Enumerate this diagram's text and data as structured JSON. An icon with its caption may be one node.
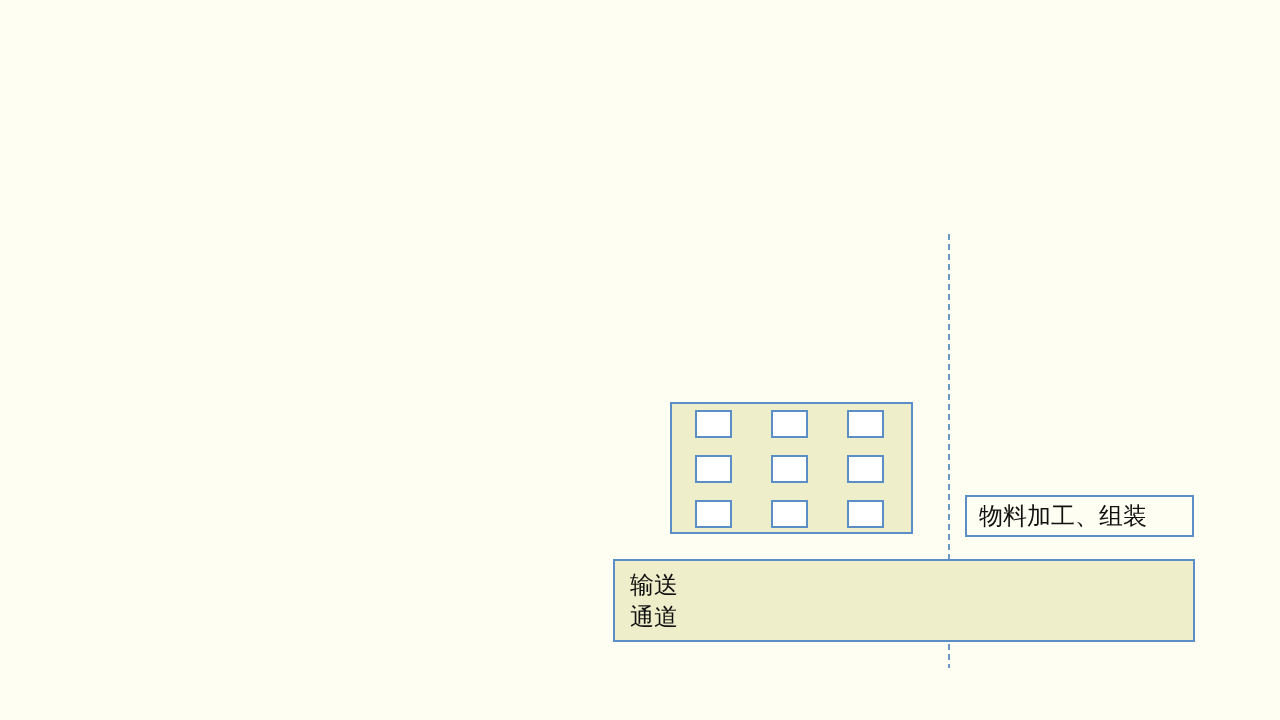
{
  "diagram": {
    "nodes": [
      {
        "text": [],
        "shape": "box"
      },
      {
        "text": [],
        "shape": "box",
        "in": 0
      },
      {
        "text": [],
        "shape": "box",
        "in": 0
      },
      {
        "text": [],
        "shape": "box",
        "in": 0
      },
      {
        "text": [],
        "shape": "box",
        "in": 0
      },
      {
        "text": [],
        "shape": "box",
        "in": 0
      },
      {
        "text": [],
        "shape": "box",
        "in": 0
      },
      {
        "text": [],
        "shape": "box",
        "in": 0
      },
      {
        "text": [],
        "shape": "box",
        "in": 0
      },
      {
        "text": [],
        "shape": "box",
        "in": 0
      },
      {
        "text": [
          "物料加工、组装"
        ]
      },
      {
        "text": [
          "输送通道"
        ]
      }
    ]
  }
}
